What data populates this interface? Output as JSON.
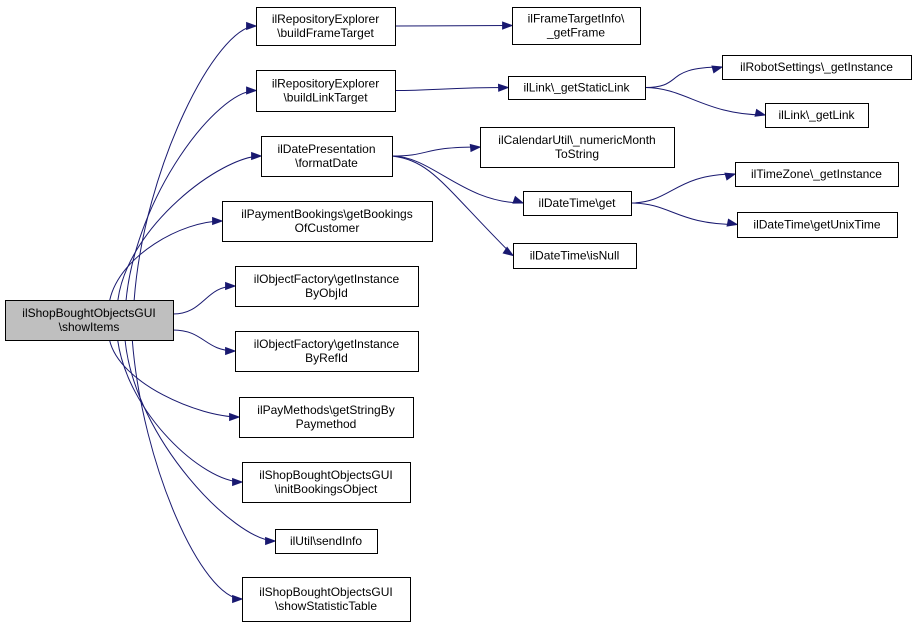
{
  "nodes": {
    "root": [
      "ilShopBoughtObjectsGUI",
      "\\showItems"
    ],
    "repo_frame": [
      "ilRepositoryExplorer",
      "\\buildFrameTarget"
    ],
    "frame_get": [
      "ilFrameTargetInfo\\",
      "_getFrame"
    ],
    "repo_link": [
      "ilRepositoryExplorer",
      "\\buildLinkTarget"
    ],
    "link_static": [
      "ilLink\\_getStaticLink"
    ],
    "robot": [
      "ilRobotSettings\\_getInstance"
    ],
    "link_get": [
      "ilLink\\_getLink"
    ],
    "date_pres": [
      "ilDatePresentation",
      "\\formatDate"
    ],
    "cal_util": [
      "ilCalendarUtil\\_numericMonth",
      "ToString"
    ],
    "dt_get": [
      "ilDateTime\\get"
    ],
    "tz": [
      "ilTimeZone\\_getInstance"
    ],
    "dt_unix": [
      "ilDateTime\\getUnixTime"
    ],
    "dt_null": [
      "ilDateTime\\isNull"
    ],
    "payment": [
      "ilPaymentBookings\\getBookings",
      "OfCustomer"
    ],
    "obj_byobj": [
      "ilObjectFactory\\getInstance",
      "ByObjId"
    ],
    "obj_byref": [
      "ilObjectFactory\\getInstance",
      "ByRefId"
    ],
    "pay_methods": [
      "ilPayMethods\\getStringBy",
      "Paymethod"
    ],
    "shop_init": [
      "ilShopBoughtObjectsGUI",
      "\\initBookingsObject"
    ],
    "util_info": [
      "ilUtil\\sendInfo"
    ],
    "shop_stat": [
      "ilShopBoughtObjectsGUI",
      "\\showStatisticTable"
    ]
  },
  "edges": [
    [
      "root",
      "repo_frame"
    ],
    [
      "root",
      "repo_link"
    ],
    [
      "root",
      "date_pres"
    ],
    [
      "root",
      "payment"
    ],
    [
      "root",
      "obj_byobj"
    ],
    [
      "root",
      "obj_byref"
    ],
    [
      "root",
      "pay_methods"
    ],
    [
      "root",
      "shop_init"
    ],
    [
      "root",
      "util_info"
    ],
    [
      "root",
      "shop_stat"
    ],
    [
      "repo_frame",
      "frame_get"
    ],
    [
      "repo_link",
      "link_static"
    ],
    [
      "link_static",
      "robot"
    ],
    [
      "link_static",
      "link_get"
    ],
    [
      "date_pres",
      "cal_util"
    ],
    [
      "date_pres",
      "dt_get"
    ],
    [
      "date_pres",
      "dt_null"
    ],
    [
      "dt_get",
      "tz"
    ],
    [
      "dt_get",
      "dt_unix"
    ]
  ],
  "colors": {
    "edge": "#191970",
    "root_fill": "#bfbfbf",
    "node_fill": "#ffffff",
    "border": "#000000"
  }
}
